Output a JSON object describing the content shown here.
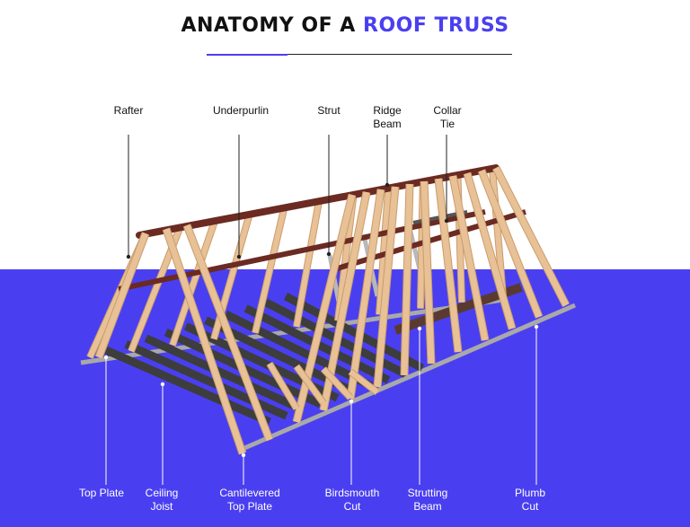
{
  "title": {
    "prefix": "ANATOMY OF A",
    "highlight": "ROOF TRUSS"
  },
  "watermark": "ROOF TRUSS",
  "colors": {
    "accent": "#4a3ff0",
    "band": "#4a3ff0",
    "timber": "#e8c196",
    "timber_edge": "#c99c6c",
    "ridge": "#6b2a22",
    "joist": "#3d3d3d",
    "strut": "#b8b8b8",
    "plate": "#a9a9a9"
  },
  "labels_top": {
    "rafter": "Rafter",
    "underpurlin": "Underpurlin",
    "strut": "Strut",
    "ridge_beam": "Ridge\nBeam",
    "collar_tie": "Collar\nTie"
  },
  "labels_bottom": {
    "top_plate": "Top Plate",
    "ceiling_joist": "Ceiling\nJoist",
    "cantilevered_top_plate": "Cantilevered\nTop Plate",
    "birdsmouth_cut": "Birdsmouth\nCut",
    "strutting_beam": "Strutting\nBeam",
    "plumb_cut": "Plumb\nCut"
  }
}
